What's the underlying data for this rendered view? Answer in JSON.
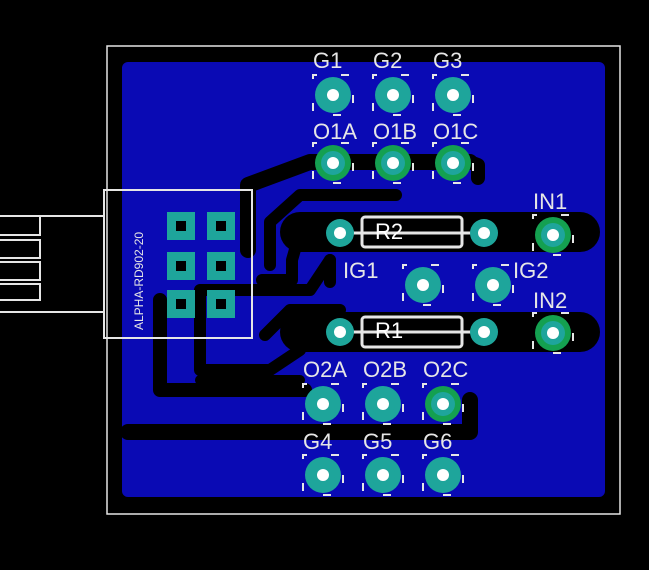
{
  "colors": {
    "background": "#000000",
    "copper_pour": "#0a0ab4",
    "pad_ring": "#1ea59b",
    "via_ring": "#14a050",
    "hole": "#ffffff",
    "silkscreen": "#e6e6e6"
  },
  "board": {
    "connector_label": "ALPHA-RD902-20",
    "pads": [
      {
        "label": "G1"
      },
      {
        "label": "G2"
      },
      {
        "label": "G3"
      },
      {
        "label": "O1A"
      },
      {
        "label": "O1B"
      },
      {
        "label": "O1C"
      },
      {
        "label": "IN1"
      },
      {
        "label": "IG1"
      },
      {
        "label": "IG2"
      },
      {
        "label": "IN2"
      },
      {
        "label": "O2A"
      },
      {
        "label": "O2B"
      },
      {
        "label": "O2C"
      },
      {
        "label": "G4"
      },
      {
        "label": "G5"
      },
      {
        "label": "G6"
      }
    ],
    "resistors": [
      {
        "label": "R2"
      },
      {
        "label": "R1"
      }
    ]
  }
}
